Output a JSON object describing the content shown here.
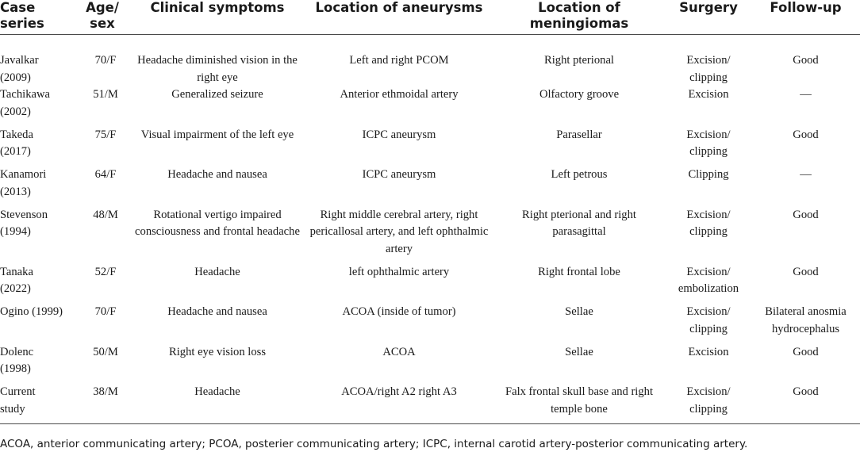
{
  "table": {
    "headers": [
      "Case series",
      "Age/ sex",
      "Clinical symptoms",
      "Location of aneurysms",
      "Location of meningiomas",
      "Surgery",
      "Follow-up"
    ],
    "rows": [
      {
        "case_lines": [
          "Javalkar",
          "(2009)"
        ],
        "age_sex": "70/F",
        "symptoms": "Headache diminished vision in the right eye",
        "aneurysm": "Left and right PCOM",
        "meningioma": "Right pterional",
        "surgery": "Excision/ clipping",
        "followup": "Good"
      },
      {
        "case_lines": [
          "Tachikawa",
          "(2002)"
        ],
        "age_sex": "51/M",
        "symptoms": "Generalized seizure",
        "aneurysm": "Anterior ethmoidal artery",
        "meningioma": "Olfactory groove",
        "surgery": "Excision",
        "followup": "—"
      },
      {
        "case_lines": [
          "Takeda",
          "(2017)"
        ],
        "age_sex": "75/F",
        "symptoms": "Visual impairment of the left eye",
        "aneurysm": "ICPC aneurysm",
        "meningioma": "Parasellar",
        "surgery": "Excision/ clipping",
        "followup": "Good"
      },
      {
        "case_lines": [
          "Kanamori",
          "(2013)"
        ],
        "age_sex": "64/F",
        "symptoms": "Headache and nausea",
        "aneurysm": "ICPC aneurysm",
        "meningioma": "Left petrous",
        "surgery": "Clipping",
        "followup": "—"
      },
      {
        "case_lines": [
          "Stevenson",
          "(1994)"
        ],
        "age_sex": "48/M",
        "symptoms": "Rotational vertigo impaired consciousness and frontal headache",
        "aneurysm": "Right middle cerebral artery, right pericallosal artery, and left ophthalmic artery",
        "meningioma": "Right pterional and right parasagittal",
        "surgery": "Excision/ clipping",
        "followup": "Good"
      },
      {
        "case_lines": [
          "Tanaka",
          "(2022)"
        ],
        "age_sex": "52/F",
        "symptoms": "Headache",
        "aneurysm": "left ophthalmic artery",
        "meningioma": "Right frontal lobe",
        "surgery": "Excision/ embolization",
        "followup": "Good"
      },
      {
        "case_lines": [
          "Ogino (1999)"
        ],
        "age_sex": "70/F",
        "symptoms": "Headache and nausea",
        "aneurysm": "ACOA (inside of tumor)",
        "meningioma": "Sellae",
        "surgery": "Excision/ clipping",
        "followup": "Bilateral anosmia hydrocephalus"
      },
      {
        "case_lines": [
          "Dolenc",
          "(1998)"
        ],
        "age_sex": "50/M",
        "symptoms": "Right eye vision loss",
        "aneurysm": "ACOA",
        "meningioma": "Sellae",
        "surgery": "Excision",
        "followup": "Good"
      },
      {
        "case_lines": [
          "Current",
          "study"
        ],
        "age_sex": "38/M",
        "symptoms": "Headache",
        "aneurysm": "ACOA/right A2 right A3",
        "meningioma": "Falx frontal skull base and right temple bone",
        "surgery": "Excision/ clipping",
        "followup": "Good"
      }
    ]
  },
  "footnote": "ACOA, anterior communicating artery; PCOA, posterier communicating artery; ICPC, internal carotid artery-posterior communicating artery."
}
